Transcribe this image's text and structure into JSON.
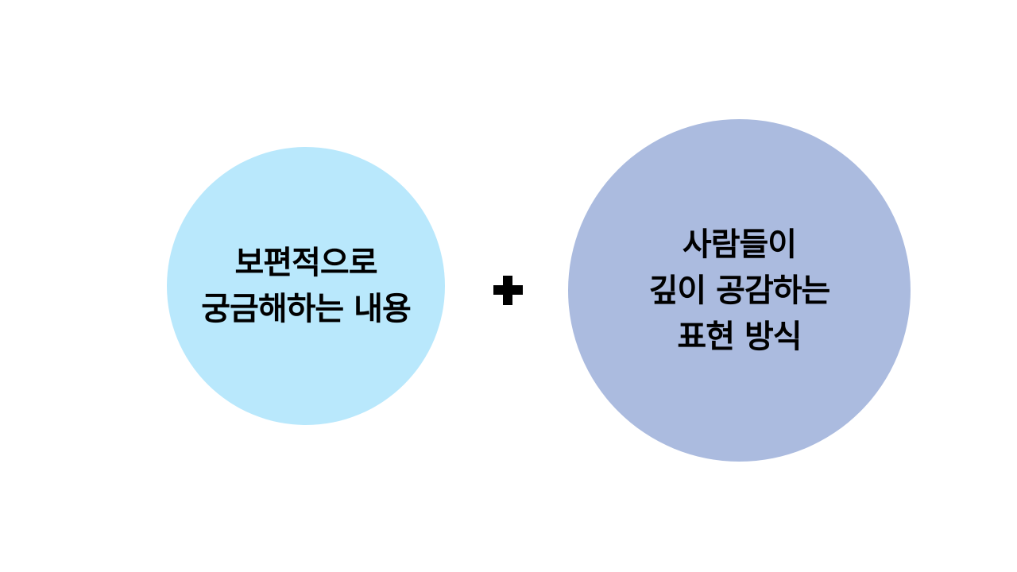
{
  "left_circle": {
    "color": "#b9e8fc",
    "lines": [
      "보편적으로",
      "궁금해하는 내용"
    ]
  },
  "operator": {
    "icon": "plus-icon"
  },
  "right_circle": {
    "color": "#abbbdf",
    "lines": [
      "사람들이",
      "깊이 공감하는",
      "표현 방식"
    ]
  }
}
